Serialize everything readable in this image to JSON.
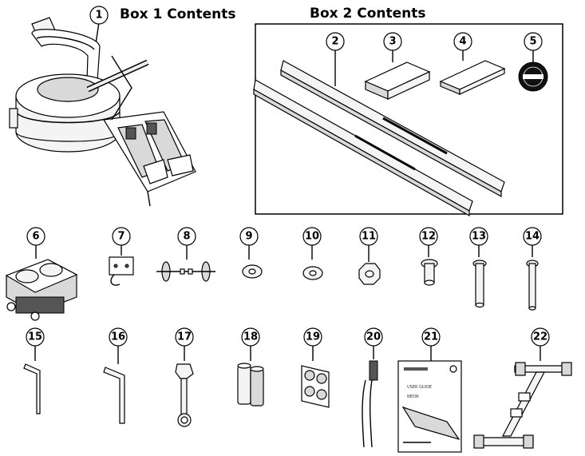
{
  "headings": {
    "box1": "Box 1 Contents",
    "box2": "Box 2 Contents"
  },
  "callouts": [
    "1",
    "2",
    "3",
    "4",
    "5",
    "6",
    "7",
    "8",
    "9",
    "10",
    "11",
    "12",
    "13",
    "14",
    "15",
    "16",
    "17",
    "18",
    "19",
    "20",
    "21",
    "22"
  ],
  "manual": {
    "user_guide": "USER GUIDE",
    "model": "NEON"
  }
}
